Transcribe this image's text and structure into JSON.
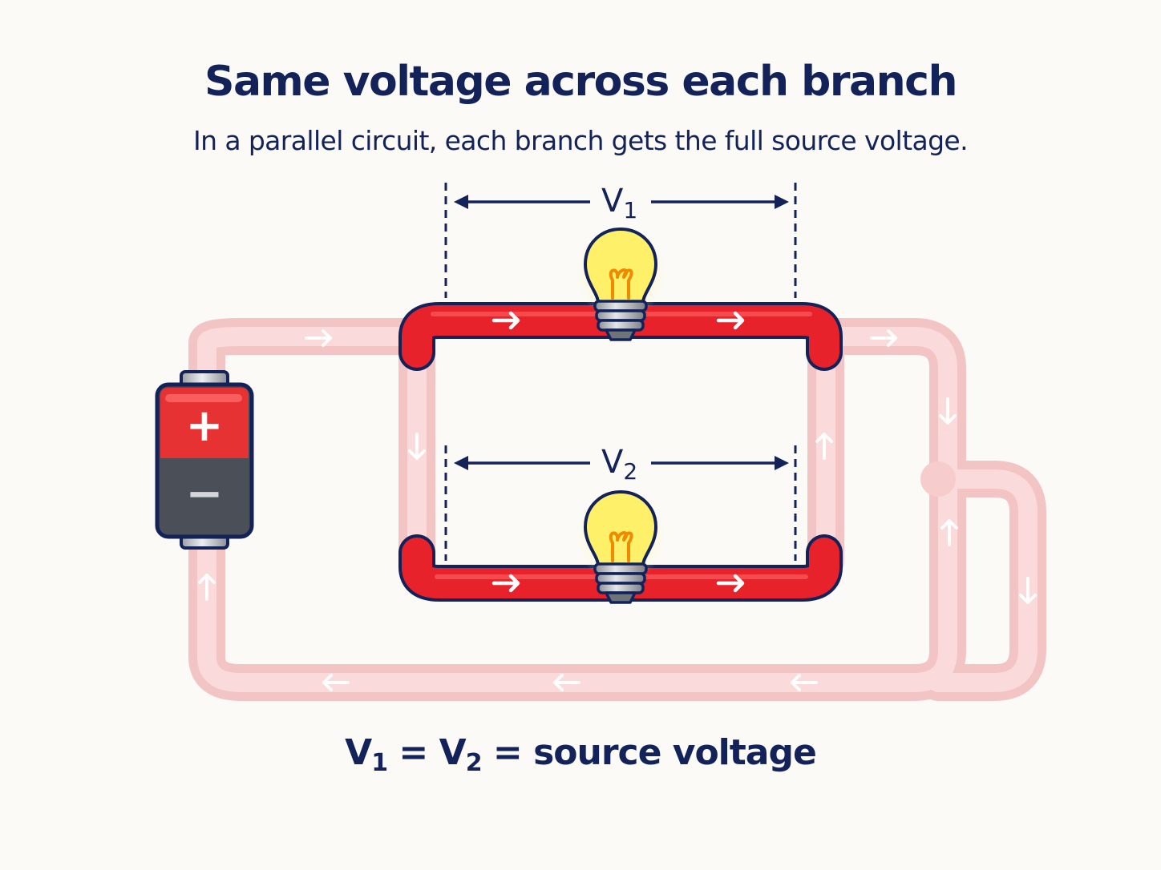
{
  "title": "Same voltage across each branch",
  "subtitle": "In a parallel circuit, each branch gets the full source voltage.",
  "branch_labels": {
    "top": {
      "letter": "V",
      "sub": "1"
    },
    "bottom": {
      "letter": "V",
      "sub": "2"
    }
  },
  "battery": {
    "positive": "+",
    "negative": "−"
  },
  "equation": {
    "v1": "V",
    "v1_sub": "1",
    "eq1": " = ",
    "v2": "V",
    "v2_sub": "2",
    "eq2": " = ",
    "rest": "source voltage"
  },
  "colors": {
    "wire_active": "#e8222a",
    "wire_faded": "#f6cccc",
    "outline": "#13235a",
    "bulb_glass": "#fff06a",
    "bulb_filament": "#f08a00",
    "battery_top": "#e63232",
    "battery_bottom": "#4a4f58",
    "background": "#fbfaf6"
  },
  "icons": [
    "battery-icon",
    "bulb-icon",
    "arrow-icon"
  ]
}
